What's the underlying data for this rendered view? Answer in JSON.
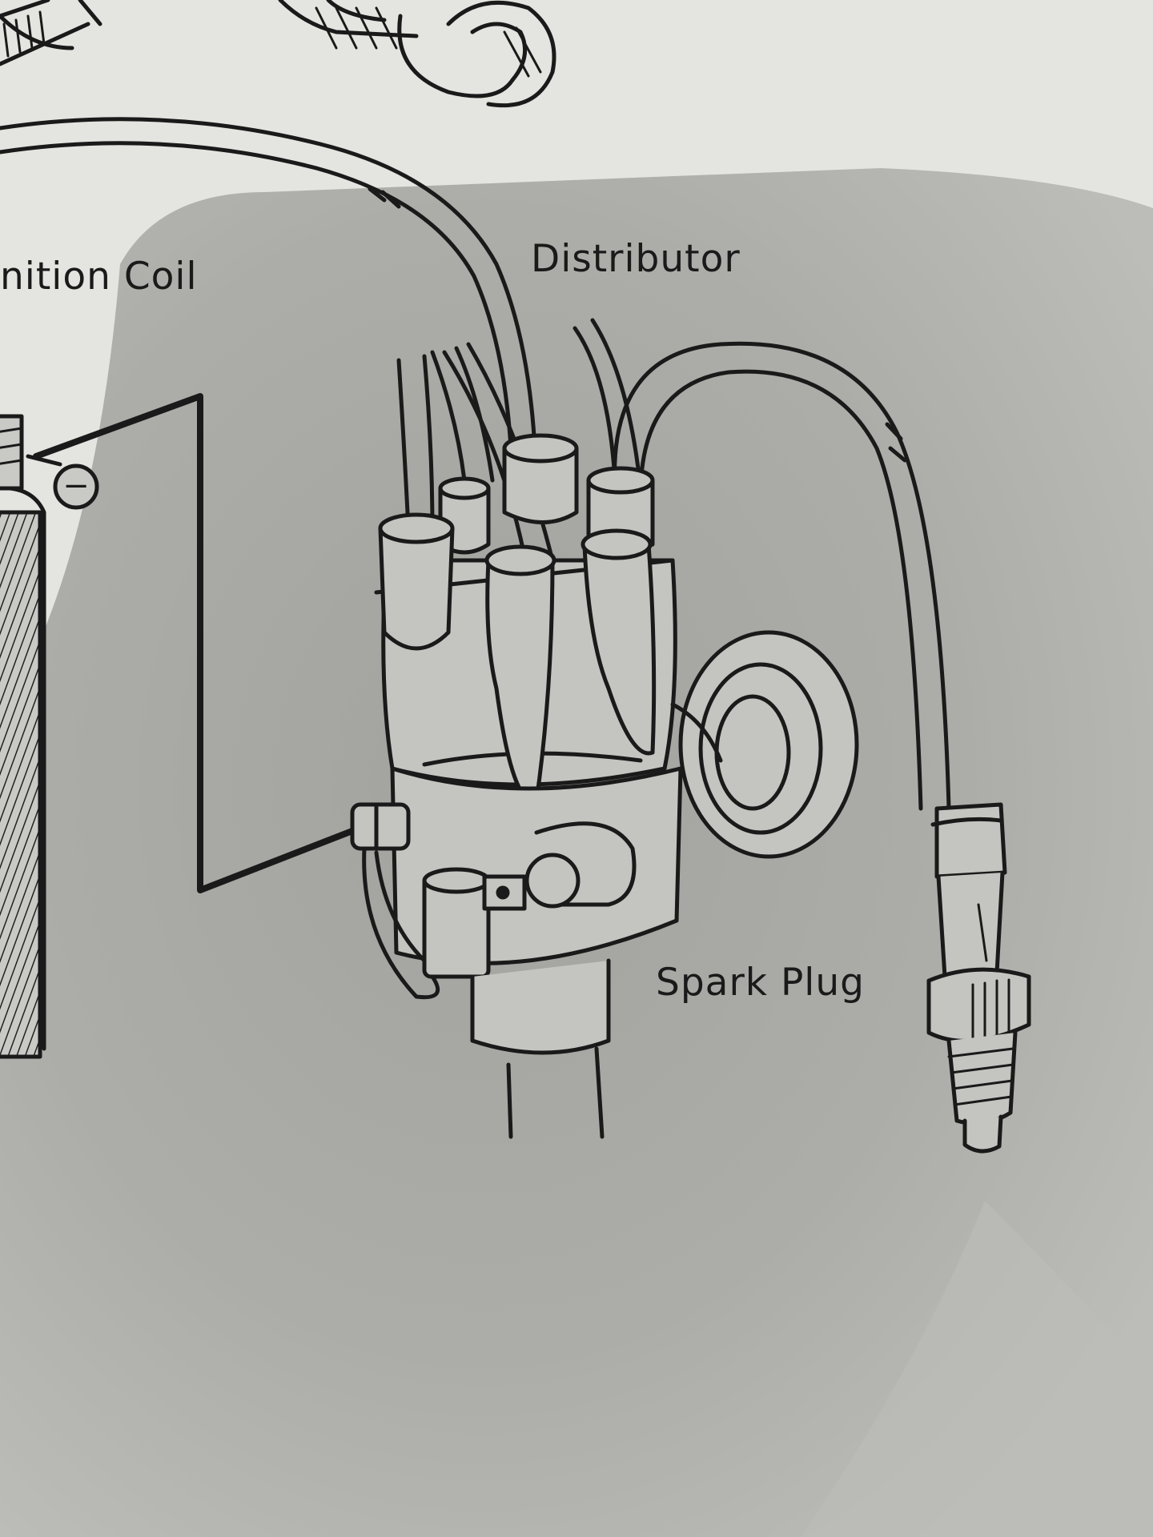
{
  "labels": {
    "ignition_coil": "nition Coil",
    "distributor": "Distributor",
    "spark_plug": "Spark Plug"
  },
  "coil_terminal_symbol": "−",
  "colors": {
    "paper": "#e6e6e2",
    "ink": "#1a1a1a",
    "shadow": "#8d8d89"
  }
}
